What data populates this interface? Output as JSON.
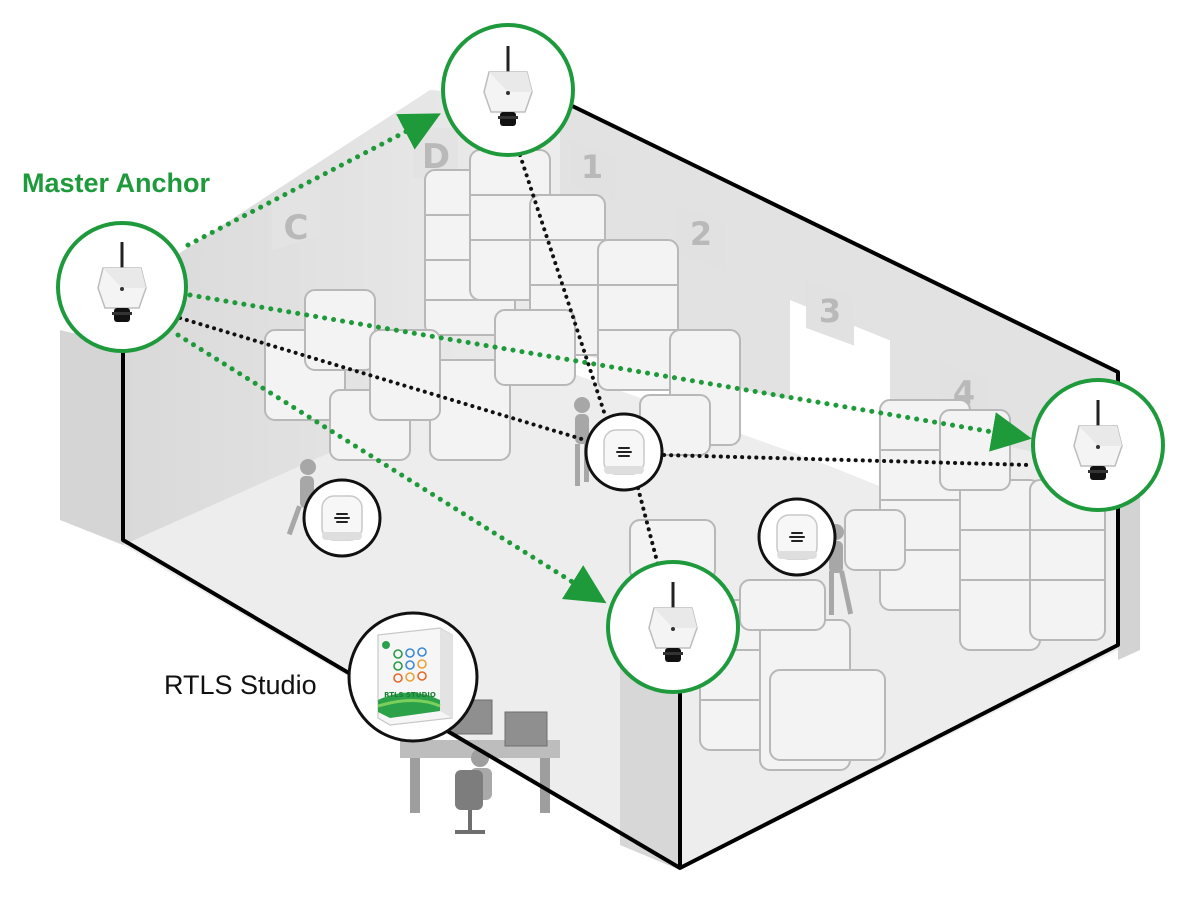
{
  "labels": {
    "master_anchor": "Master Anchor",
    "rtls_studio": "RTLS Studio"
  },
  "zones": [
    "C",
    "D",
    "1",
    "2",
    "3",
    "4"
  ],
  "software_box": {
    "name": "RTLS STUDIO"
  },
  "icons": {
    "anchor": "uwb-anchor-device-icon",
    "tag": "uwb-tag-device-icon",
    "software": "software-box-icon"
  },
  "colors": {
    "accent_green": "#1e9a3c",
    "sync_link": "#1f9a3a",
    "ranging_link": "#111111",
    "outline": "#000000",
    "warehouse": "#e6e6e6"
  }
}
